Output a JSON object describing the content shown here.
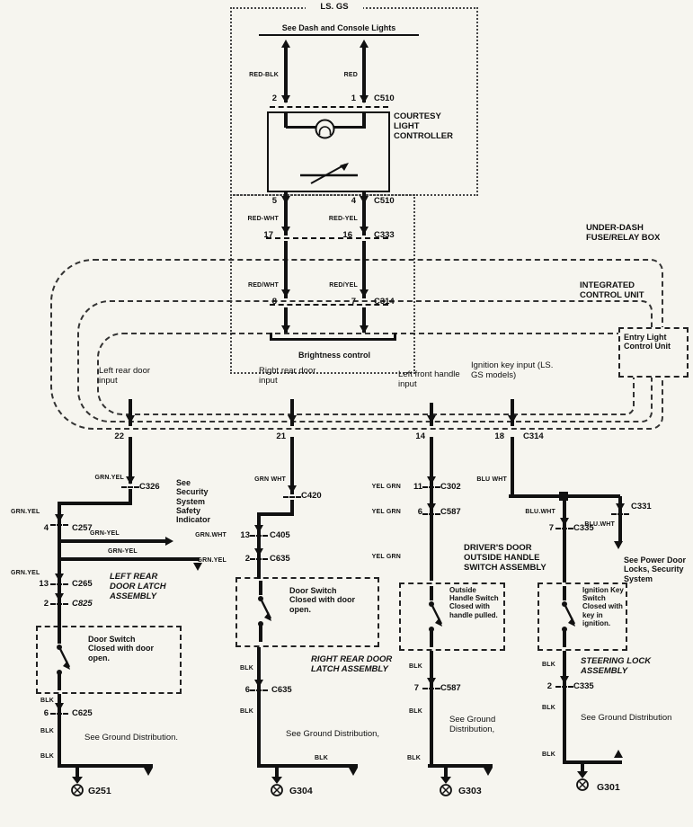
{
  "title_group": "LS. GS",
  "top": {
    "see_dash": "See Dash and Console Lights",
    "red_blk": "RED-BLK",
    "red": "RED",
    "pin2": "2",
    "pin1": "1",
    "c510a": "C510",
    "controller": "COURTESY LIGHT CONTROLLER",
    "pin5": "5",
    "pin4": "4",
    "c510b": "C510",
    "red_wht": "RED-WHT",
    "red_yel": "RED-YEL",
    "pin17": "17",
    "pin16": "16",
    "c333": "C333",
    "red_wht2": "RED/WHT",
    "red_yel2": "RED/YEL",
    "pin8": "8",
    "pin7": "7",
    "c314": "C314",
    "brightness": "Brightness control"
  },
  "units": {
    "under_dash": "UNDER-DASH FUSE/RELAY BOX",
    "icu": "INTEGRATED CONTROL UNIT",
    "entry": "Entry Light Control Unit"
  },
  "inputs": {
    "left_rear": "Left rear door input",
    "right_rear": "Right rear door input",
    "left_front": "Left front handle input",
    "ignition": "Ignition key input (LS. GS models)"
  },
  "c314_row": {
    "p22": "22",
    "p21": "21",
    "p14": "14",
    "p18": "18",
    "name": "C314"
  },
  "b1": {
    "w1": "GRN.YEL",
    "c326": "C326",
    "see_sec": "See Security System Safety Indicator",
    "w2": "GRN.YEL",
    "pin4": "4",
    "c257": "C257",
    "br1": "GRN-YEL",
    "br2": "GRN-YEL",
    "w3": "GRN.YEL",
    "pin13": "13",
    "c265": "C265",
    "pin2": "2",
    "c825": "C825",
    "assembly": "LEFT REAR DOOR LATCH ASSEMBLY",
    "note": "Door Switch Closed with door open.",
    "blk1": "BLK",
    "pin6": "6",
    "c625": "C625",
    "blk2": "BLK",
    "gnd_note": "See Ground Distribution.",
    "blk3": "BLK",
    "gnd": "G251"
  },
  "b2": {
    "w1": "GRN WHT",
    "c420": "C420",
    "w2": "GRN.WHT",
    "pin13": "13",
    "c405": "C405",
    "w3": "GRN.YEL",
    "pin2": "2",
    "c635a": "C635",
    "note": "Door Switch Closed with door open.",
    "assembly": "RIGHT REAR DOOR LATCH ASSEMBLY",
    "blk1": "BLK",
    "pin6": "6",
    "c635b": "C635",
    "blk2": "BLK",
    "gnd_note": "See Ground Distribution,",
    "blk3": "BLK",
    "gnd": "G304"
  },
  "b3": {
    "w1": "YEL GRN",
    "pin11": "11",
    "c302": "C302",
    "w2": "YEL GRN",
    "pin6": "6",
    "c587a": "C587",
    "w3": "YEL GRN",
    "assembly": "DRIVER'S DOOR OUTSIDE HANDLE SWITCH ASSEMBLY",
    "note": "Outside Handle Switch Closed with handle pulled.",
    "blk1": "BLK",
    "pin7": "7",
    "c587b": "C587",
    "blk2": "BLK",
    "gnd_note": "See Ground Distribution,",
    "blk3": "BLK",
    "gnd": "G303"
  },
  "b4": {
    "w1": "BLU WHT",
    "c331": "C331",
    "w2": "BLU.WHT",
    "pin7": "7",
    "c335a": "C335",
    "w3": "BLU.WHT",
    "see_power": "See Power Door Locks, Security System",
    "note": "Ignition Key Switch Closed with key in ignition.",
    "assembly": "STEERING LOCK ASSEMBLY",
    "blk1": "BLK",
    "pin2": "2",
    "c335b": "C335",
    "blk2": "BLK",
    "gnd_note": "See Ground Distribution",
    "blk3": "BLK",
    "gnd": "G301"
  }
}
